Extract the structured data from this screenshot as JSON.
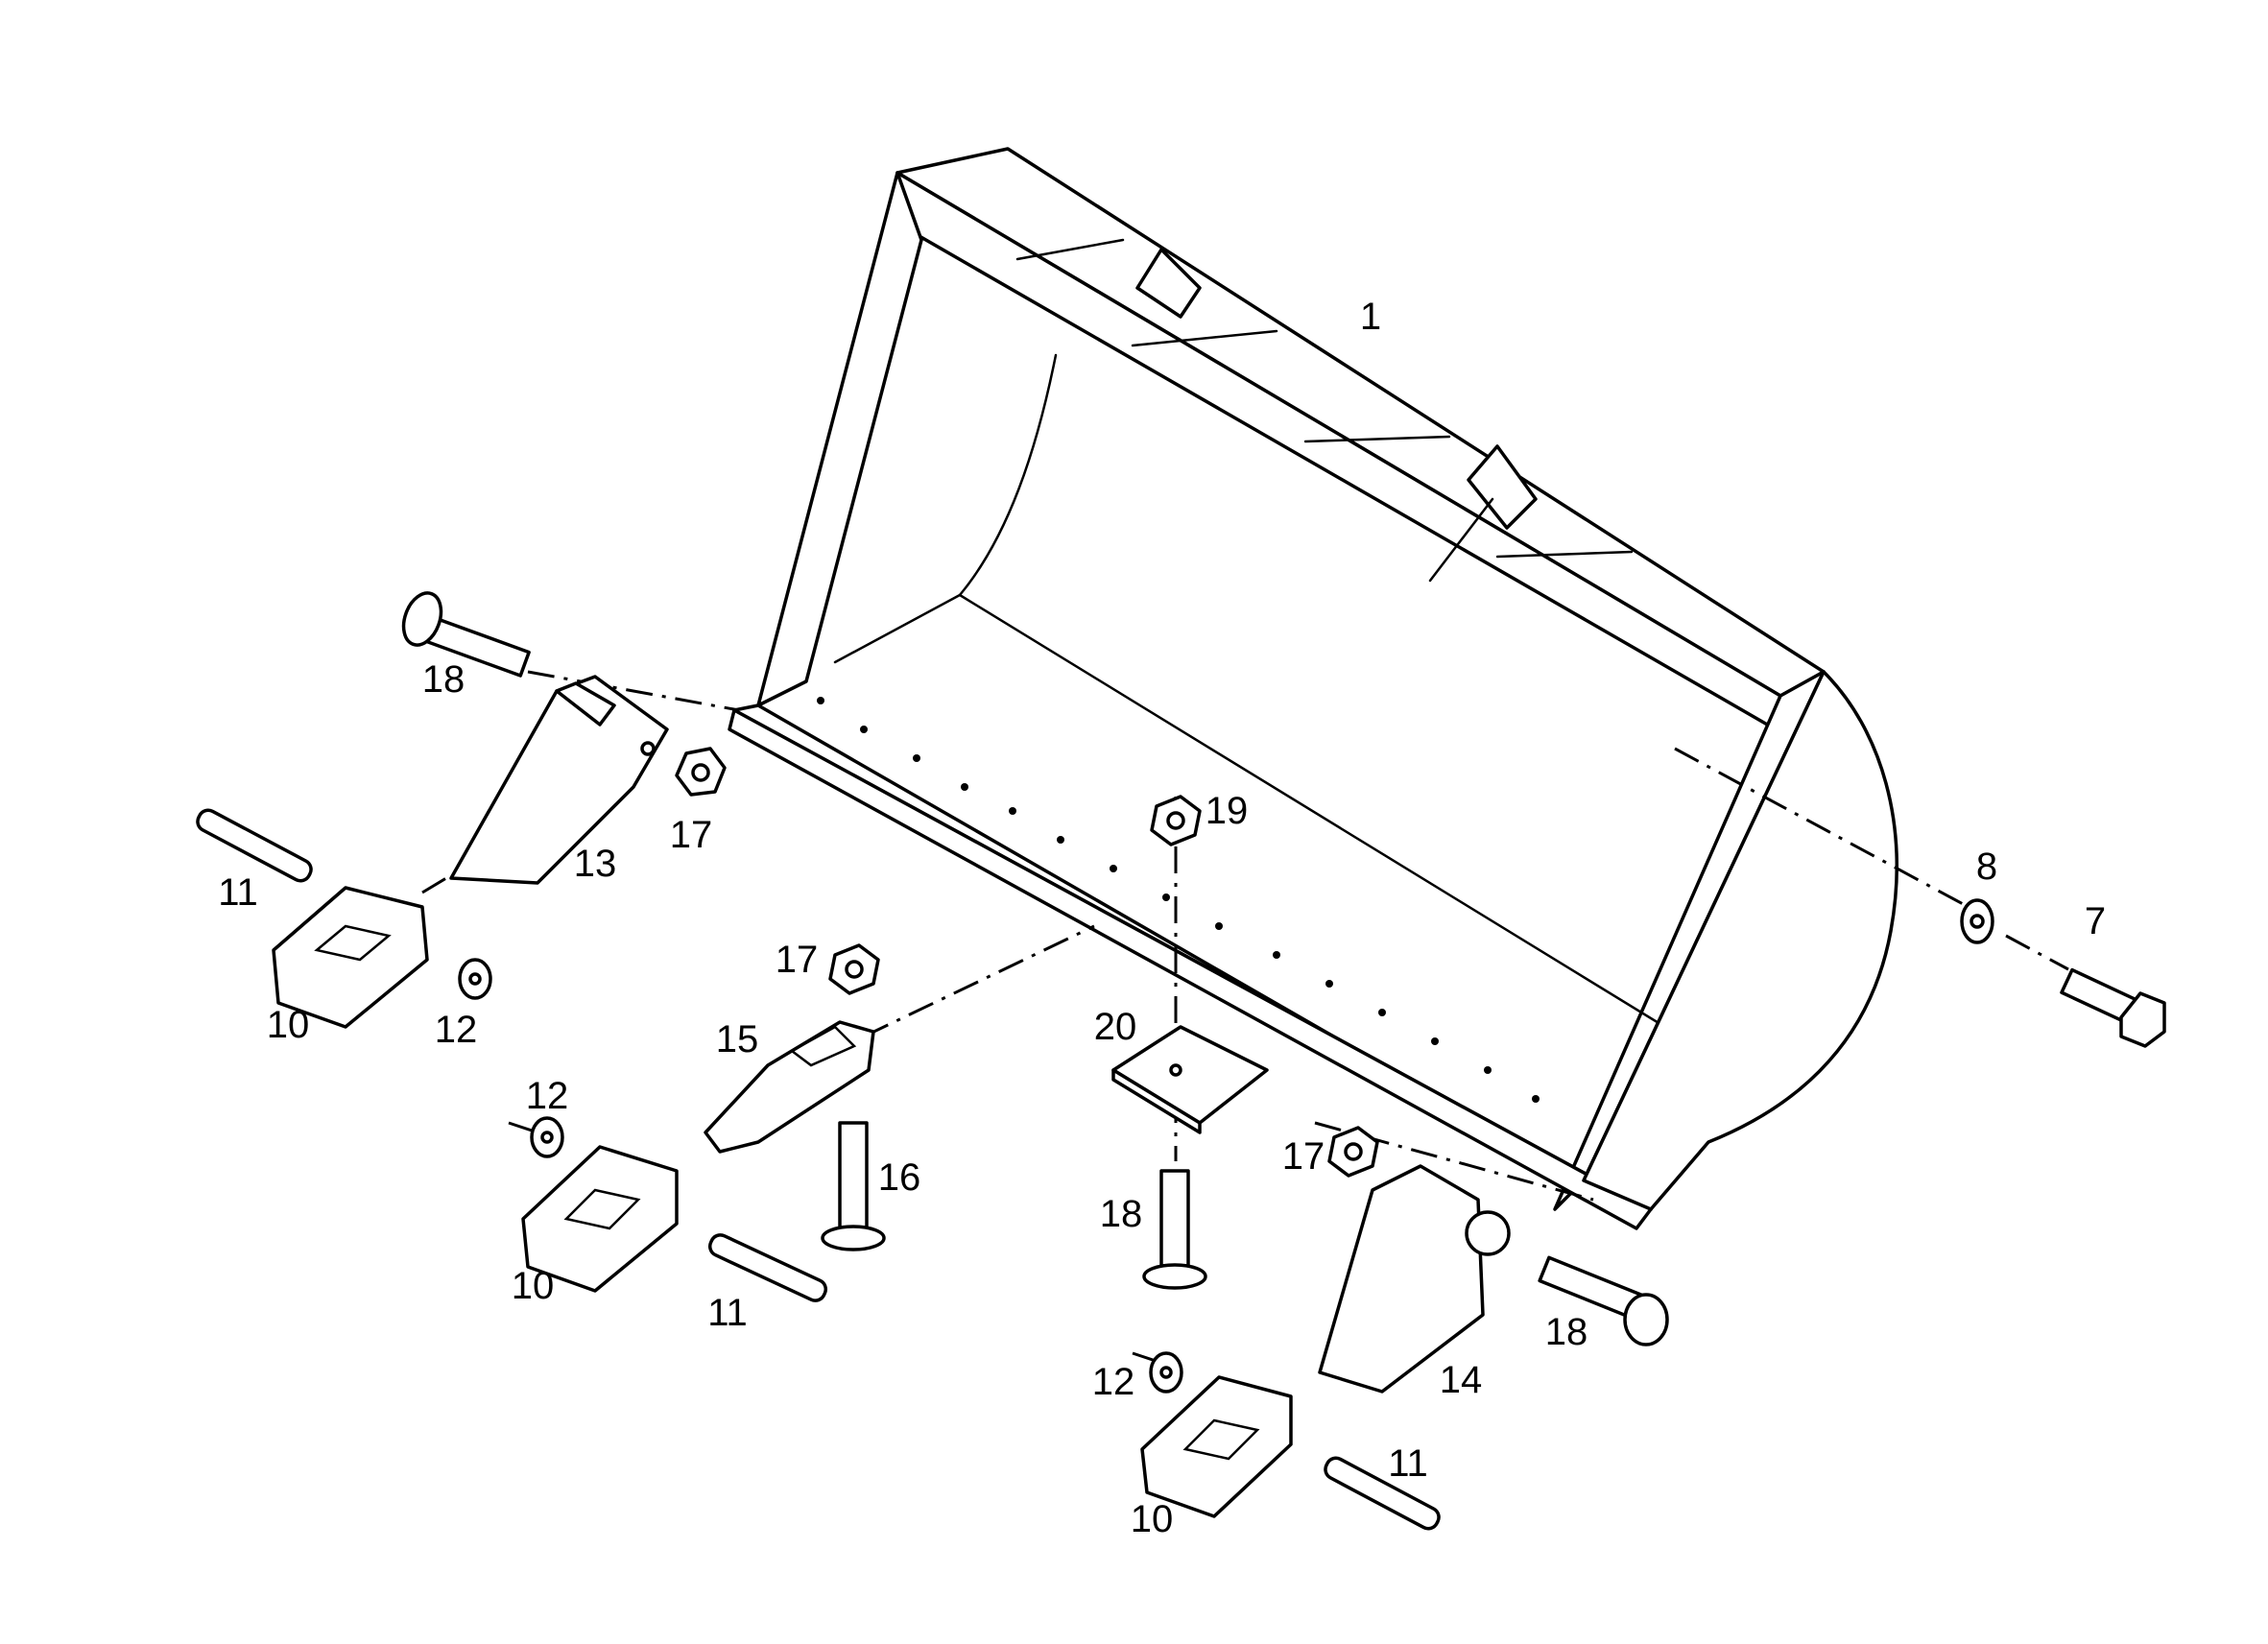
{
  "callouts": [
    {
      "id": "c1",
      "text": "1"
    },
    {
      "id": "c7",
      "text": "7"
    },
    {
      "id": "c8",
      "text": "8"
    },
    {
      "id": "c10a",
      "text": "10"
    },
    {
      "id": "c10b",
      "text": "10"
    },
    {
      "id": "c10c",
      "text": "10"
    },
    {
      "id": "c11a",
      "text": "11"
    },
    {
      "id": "c11b",
      "text": "11"
    },
    {
      "id": "c11c",
      "text": "11"
    },
    {
      "id": "c12a",
      "text": "12"
    },
    {
      "id": "c12b",
      "text": "12"
    },
    {
      "id": "c12c",
      "text": "12"
    },
    {
      "id": "c13",
      "text": "13"
    },
    {
      "id": "c14",
      "text": "14"
    },
    {
      "id": "c15",
      "text": "15"
    },
    {
      "id": "c16",
      "text": "16"
    },
    {
      "id": "c17a",
      "text": "17"
    },
    {
      "id": "c17b",
      "text": "17"
    },
    {
      "id": "c17c",
      "text": "17"
    },
    {
      "id": "c18a",
      "text": "18"
    },
    {
      "id": "c18b",
      "text": "18"
    },
    {
      "id": "c18c",
      "text": "18"
    },
    {
      "id": "c19",
      "text": "19"
    },
    {
      "id": "c20",
      "text": "20"
    }
  ]
}
